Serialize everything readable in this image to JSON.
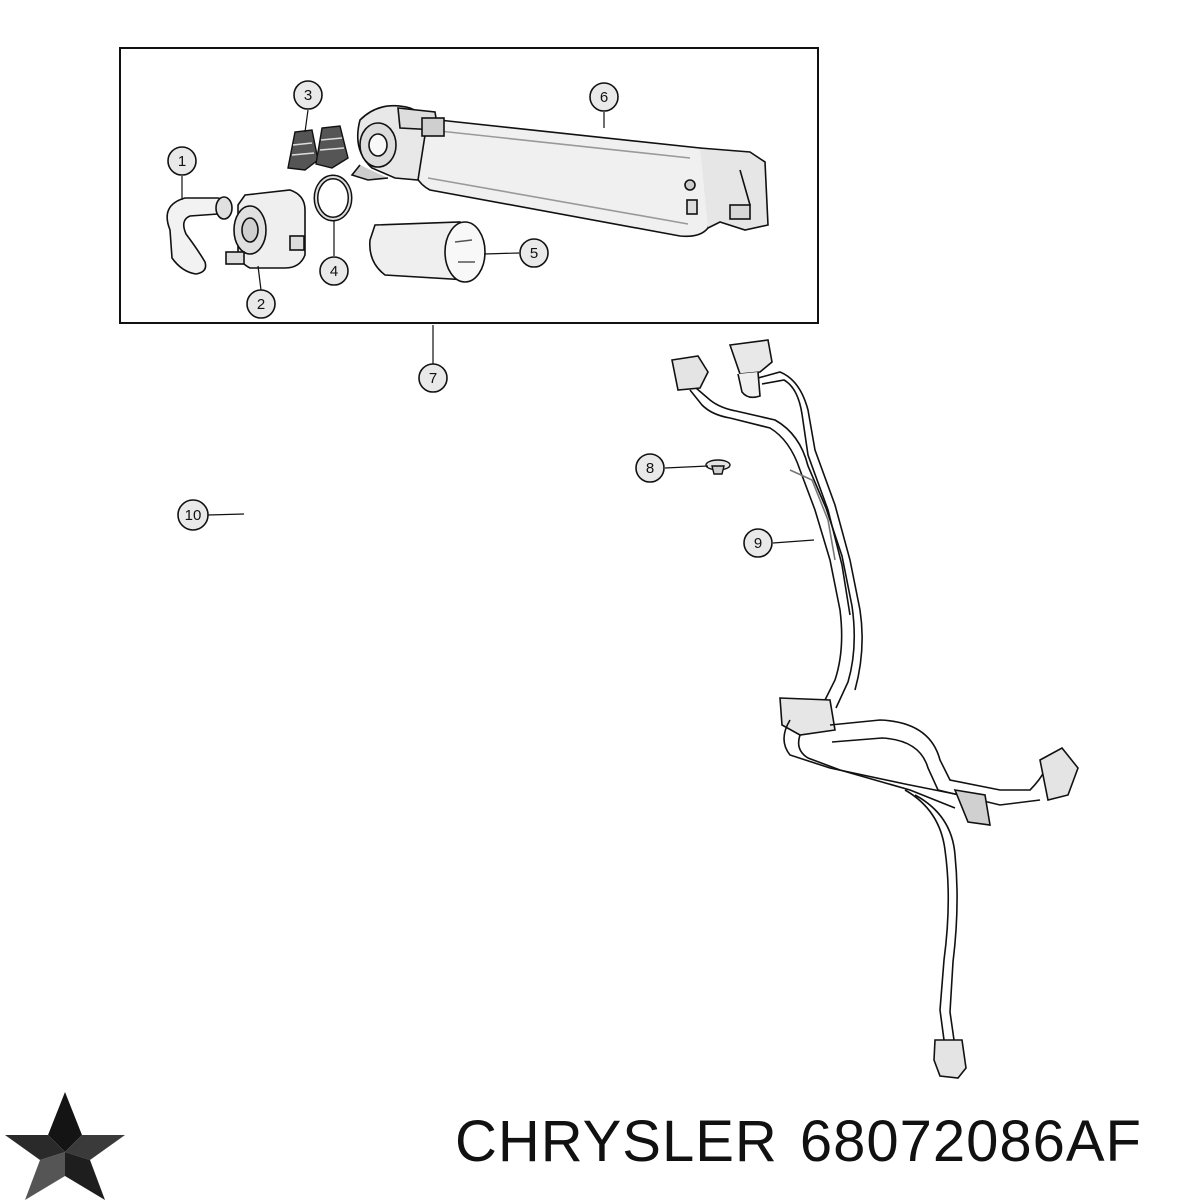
{
  "brand": {
    "name": "CHRYSLER",
    "part_number": "68072086AF",
    "logo_icon": "chrysler-pentastar-icon"
  },
  "callouts": [
    {
      "id": "1",
      "part": "hose"
    },
    {
      "id": "2",
      "part": "leak-detection-pump"
    },
    {
      "id": "3",
      "part": "mounting-clips"
    },
    {
      "id": "4",
      "part": "o-ring"
    },
    {
      "id": "5",
      "part": "filter"
    },
    {
      "id": "6",
      "part": "vapor-canister"
    },
    {
      "id": "7",
      "part": "canister-assembly"
    },
    {
      "id": "8",
      "part": "push-pin-clip"
    },
    {
      "id": "9",
      "part": "vapor-line-harness"
    },
    {
      "id": "10",
      "part": "unillustrated-item"
    }
  ],
  "colors": {
    "line": "#111111",
    "part_fill": "#f2f2f2",
    "shade": "#cfcfcf",
    "callout_fill": "#e9e9e9"
  }
}
